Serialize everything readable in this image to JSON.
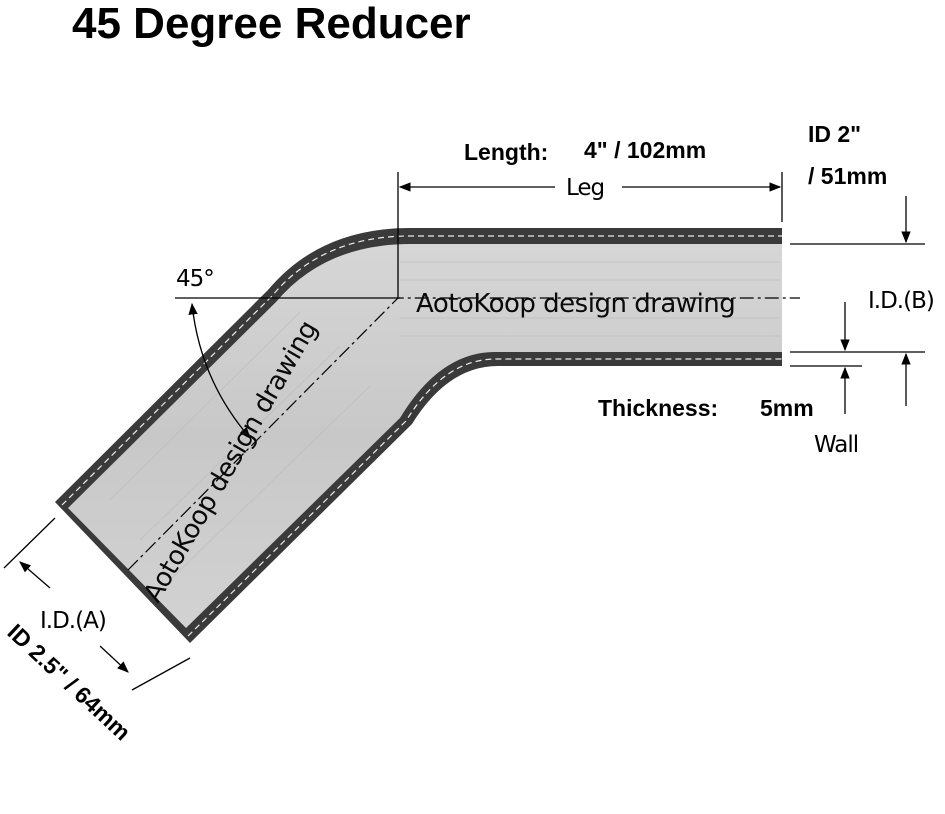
{
  "title": "45 Degree Reducer",
  "length_label": "Length:",
  "length_value": "4\" / 102mm",
  "leg_label": "Leg",
  "id_b_value_line1": "ID 2\"",
  "id_b_value_line2": "/ 51mm",
  "id_b_label": "I.D.(B)",
  "angle_label": "45°",
  "thickness_label": "Thickness:",
  "thickness_value": "5mm",
  "wall_label": "Wall",
  "id_a_label": "I.D.(A)",
  "id_a_value": "ID 2.5\" / 64mm",
  "watermark_horizontal": "AotoKoop design drawing",
  "watermark_diagonal": "AotoKoop design drawing",
  "colors": {
    "wall": "#3a3a3a",
    "bore": "#cfcfcf",
    "ink": "#000000"
  }
}
